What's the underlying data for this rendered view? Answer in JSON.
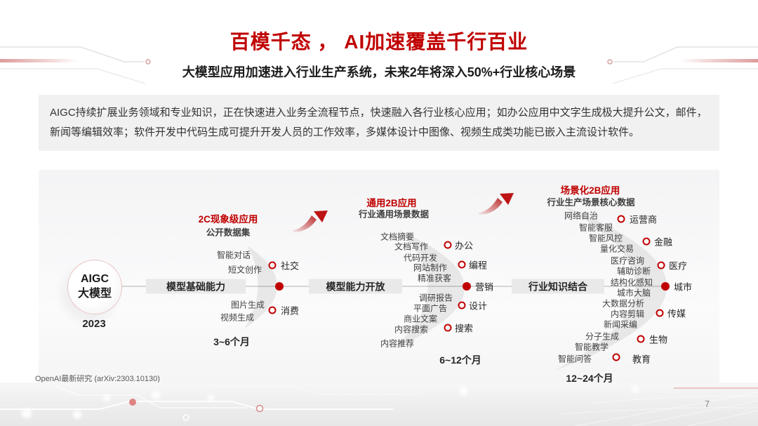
{
  "slide": {
    "title": "百模千态 ， AI加速覆盖千行百业",
    "subtitle": "大模型应用加速进入行业生产系统，未来2年将深入50%+行业核心场景",
    "body": "AIGC持续扩展业务领域和专业知识，正在快速进入业务全流程节点，快速融入各行业核心应用；如办公应用中文字生成极大提升公文，邮件，新闻等编辑效率；软件开发中代码生成可提升开发人员的工作效率，多媒体设计中图像、视频生成类功能已嵌入主流设计软件。",
    "footnote": "OpenAI最新研究 (arXiv:2303.10130)",
    "page_number": "7"
  },
  "colors": {
    "accent_red": "#C00000",
    "bar_gray": "#E9E9E9",
    "axis_gray": "#D5D5D5",
    "body_box_gray": "#F1F1F2"
  },
  "icons": {
    "trend_arrow": "red-swoosh-arrow-up-right",
    "stage_node": "red-filled-dot",
    "category_marker": "red-hollow-ring",
    "circuit_decoration": "gray-circuit-lines"
  },
  "diagram": {
    "origin": {
      "line1": "AIGC",
      "line2": "大模型",
      "year": "2023"
    },
    "stages": [
      {
        "bar_label": "模型基础能力",
        "header": "2C现象级应用",
        "subheader": "公开数据集",
        "period": "3~6个月",
        "items": [
          "智能对话",
          "短文创作",
          "图片生成",
          "视频生成"
        ],
        "categories": [
          "社交",
          "消费"
        ]
      },
      {
        "bar_label": "模型能力开放",
        "header": "通用2B应用",
        "subheader": "行业通用场景数据",
        "period": "6~12个月",
        "items": [
          "文档摘要",
          "文档写作",
          "代码开发",
          "网站制作",
          "精准获客",
          "调研报告",
          "平面广告",
          "商业文案",
          "内容搜索",
          "内容推荐"
        ],
        "categories": [
          "办公",
          "编程",
          "营销",
          "设计",
          "搜索"
        ]
      },
      {
        "bar_label": "行业知识结合",
        "header": "场景化2B应用",
        "subheader": "行业生产场景核心数据",
        "period": "12~24个月",
        "items": [
          "网络自治",
          "智能客服",
          "智能风控",
          "量化交易",
          "医疗咨询",
          "辅助诊断",
          "结构化感知",
          "城市大脑",
          "大数据分析",
          "内容剪辑",
          "新闻采编",
          "分子生成",
          "智能教学",
          "智能问答"
        ],
        "categories": [
          "运营商",
          "金融",
          "医疗",
          "城市",
          "传媒",
          "生物",
          "教育"
        ]
      }
    ]
  }
}
